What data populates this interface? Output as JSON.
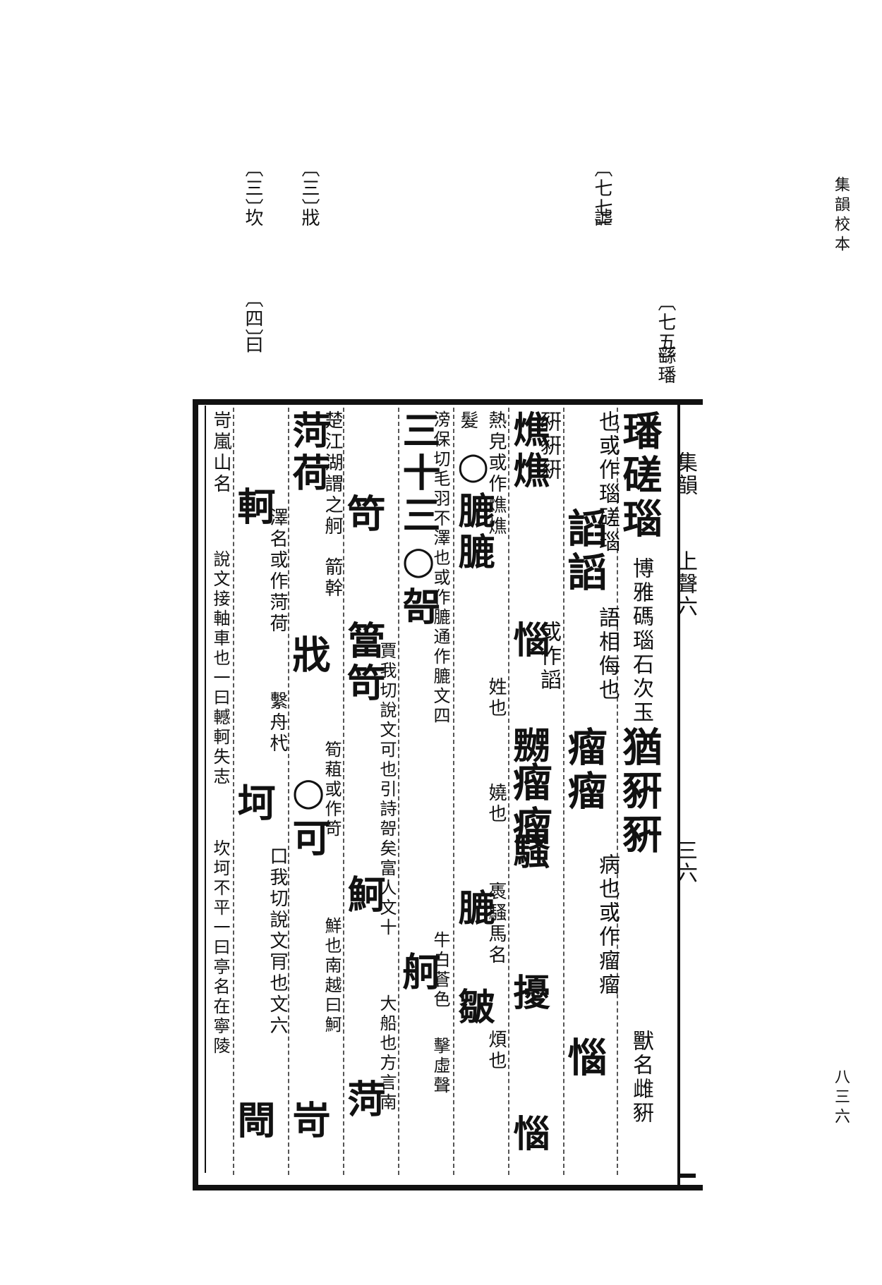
{
  "header": {
    "book_title": "集韻校本",
    "page_number": "八三六"
  },
  "margin_notes": [
    {
      "tag": "〔七七〕",
      "text": "謔"
    },
    {
      "tag": "〔七五〕",
      "text": "繇璠"
    },
    {
      "tag": "〔三〕",
      "text": "戕"
    },
    {
      "tag": "〔三〕",
      "text": "坎"
    },
    {
      "tag": "〔四〕",
      "text": "曰"
    }
  ],
  "fishtail": {
    "title": "集韻",
    "volume": "上聲六",
    "leaf": "三六"
  },
  "columns": [
    {
      "big": "璠磋瑙",
      "small": "博雅碼瑙石次玉",
      "big2": "猶豣豣",
      "small2": "獸名雌豣"
    },
    {
      "small": "也或作瑙磋瑙",
      "big": "謟謟",
      "small2": "語相侮也",
      "big2": "瘤瘤",
      "small3": "病也或作瘤瘤",
      "big3": "惱"
    },
    {
      "small": "豣豣豣",
      "small2": "或作謟",
      "big2": "瘤瘤"
    },
    {
      "big": "燋燋",
      "small": "熱皃或作燋燋",
      "big2": "惱",
      "small2": "姓也",
      "big3": "嬲",
      "small3": "嬈也",
      "big4": "騷",
      "small4": "褭騷馬名",
      "big5": "擾",
      "small5": "煩也",
      "big6": "惱"
    },
    {
      "small": "髮",
      "big": "○膔膔",
      "small2": "滂保切毛羽不澤也或作膔通作膔文四",
      "big2": "膔",
      "small3": "牛白蒼色",
      "big3": "皺",
      "small4": "擊虛聲"
    },
    {
      "big": "三十三○哿",
      "small": "賈我切說文可也引詩哿矣富人文十",
      "big2": "舸",
      "small2": "大船也方言南"
    },
    {
      "small": "楚江湖謂之舸",
      "big": "笴",
      "small2": "箭幹",
      "big2": "簹笴",
      "small3": "筍蒩或作笴",
      "big3": "魺",
      "small4": "鮮也南越曰魺",
      "big4": "菏"
    },
    {
      "big": "菏荷",
      "small": "澤名或作菏荷",
      "big2": "戕",
      "small2": "繫舟杙",
      "big3": "○可",
      "small3": "口我切說文肎也文六",
      "big4": "岢"
    },
    {
      "small": "岢嵐山名",
      "big": "軻",
      "small2": "說文接軸車也一曰轗軻失志",
      "big2": "坷",
      "small3": "坎坷不平一曰亭名在寧陵",
      "big3": "閜"
    }
  ]
}
